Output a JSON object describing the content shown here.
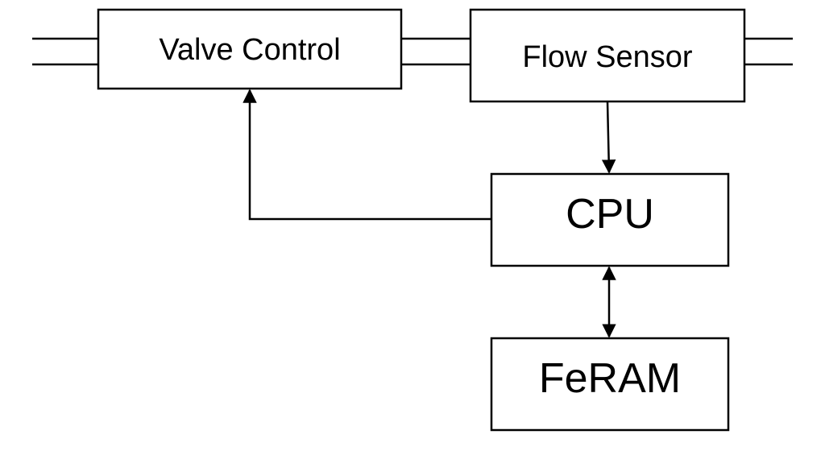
{
  "blocks": {
    "valve_control": "Valve Control",
    "flow_sensor": "Flow Sensor",
    "cpu": "CPU",
    "feram": "FeRAM"
  },
  "connections": [
    {
      "from": "Flow Sensor",
      "to": "CPU",
      "direction": "one-way"
    },
    {
      "from": "CPU",
      "to": "Valve Control",
      "direction": "one-way"
    },
    {
      "from": "CPU",
      "to": "FeRAM",
      "direction": "bidirectional"
    }
  ]
}
